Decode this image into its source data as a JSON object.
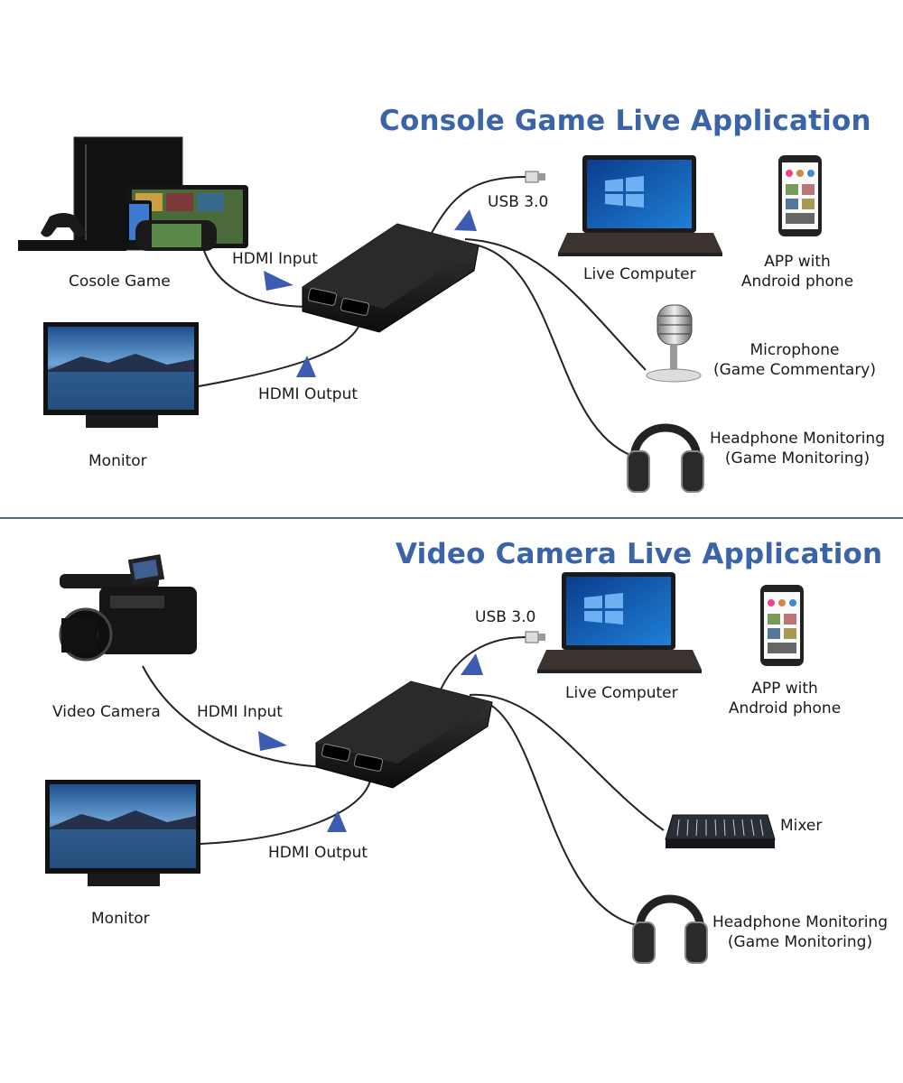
{
  "top": {
    "title": "Console Game Live Application",
    "console_label": "Cosole Game",
    "monitor_label": "Monitor",
    "hdmi_input": "HDMI Input",
    "hdmi_output": "HDMI Output",
    "usb": "USB 3.0",
    "computer_label": "Live Computer",
    "app_line1": "APP with",
    "app_line2": "Android phone",
    "mic_line1": "Microphone",
    "mic_line2": "(Game Commentary)",
    "headphone_line1": "Headphone Monitoring",
    "headphone_line2": "(Game Monitoring)"
  },
  "bottom": {
    "title": "Video Camera Live Application",
    "camera_label": "Video Camera",
    "monitor_label": "Monitor",
    "hdmi_input": "HDMI Input",
    "hdmi_output": "HDMI Output",
    "usb": "USB 3.0",
    "computer_label": "Live Computer",
    "app_line1": "APP with",
    "app_line2": "Android phone",
    "mixer_label": "Mixer",
    "headphone_line1": "Headphone Monitoring",
    "headphone_line2": "(Game Monitoring)"
  },
  "colors": {
    "title": "#3a63a8",
    "arrow": "#3b5cb0",
    "cable": "#222222",
    "divider": "#5a6a86"
  }
}
